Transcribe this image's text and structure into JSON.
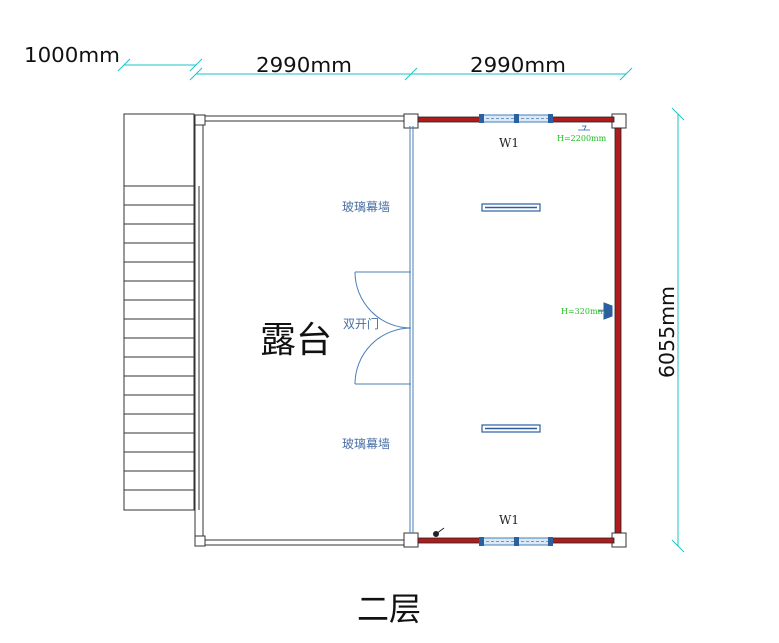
{
  "dimensions": {
    "top_left": "1000mm",
    "top_mid": "2990mm",
    "top_right": "2990mm",
    "right_height": "6055mm"
  },
  "labels": {
    "window_top": "W1",
    "window_bottom": "W1",
    "glass_wall_top": "玻璃幕墙",
    "glass_wall_bottom": "玻璃幕墙",
    "double_door": "双开门",
    "terrace": "露台",
    "ac_height_top": "H=2200mm",
    "ac_height_right": "H=320mm",
    "floor_caption": "二层"
  },
  "colors": {
    "wall_red": "#b01c1c",
    "glass_blue": "#4a7fb5",
    "dim_cyan": "#18c6c6",
    "label_green": "#1fbf1f"
  }
}
